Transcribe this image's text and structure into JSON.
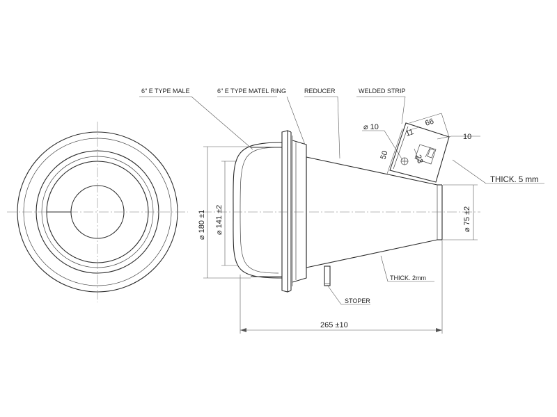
{
  "labels": {
    "male": "6\" E TYPE MALE",
    "ring": "6\" E TYPE MATEL RING",
    "reducer": "REDUCER",
    "welded_strip": "WELDED STRIP",
    "thick5": "THICK. 5 mm",
    "thick2": "THICK. 2mm",
    "stoper": "STOPER"
  },
  "dimensions": {
    "d180": "⌀ 180 ±1",
    "d141": "⌀ 141 ±2",
    "d75": "⌀ 75 ±2",
    "d10": "⌀ 10",
    "len265": "265 ±10",
    "w50": "50",
    "w11": "11",
    "w66": "66",
    "w10": "10",
    "w23": "23"
  }
}
